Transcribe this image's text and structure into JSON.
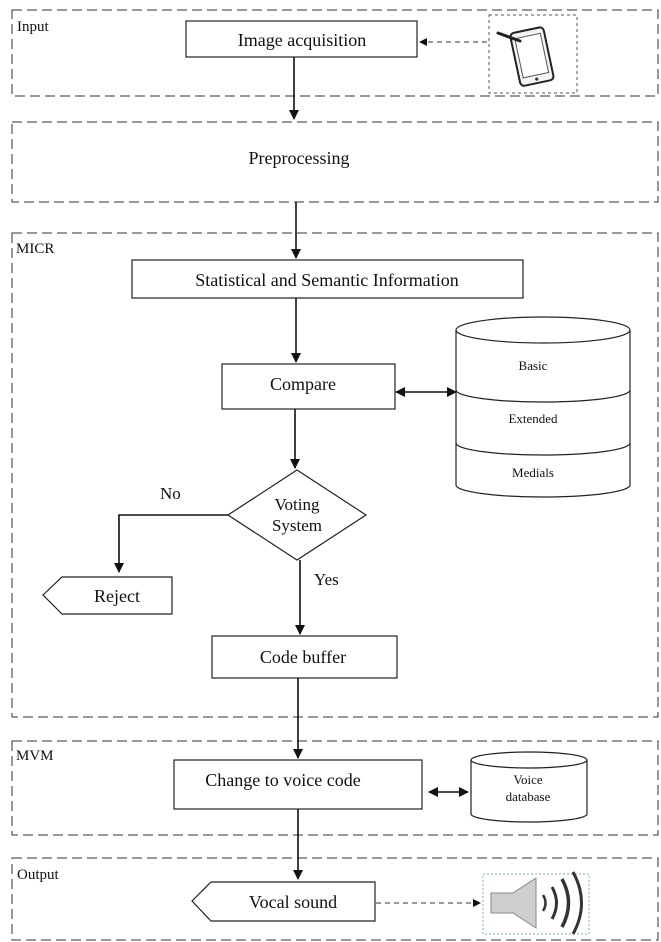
{
  "sections": {
    "input": "Input",
    "micr": "MICR",
    "mvm": "MVM",
    "output": "Output"
  },
  "nodes": {
    "image_acquisition": "Image acquisition",
    "preprocessing": "Preprocessing",
    "statistical_semantic": "Statistical and Semantic Information",
    "compare": "Compare",
    "voting_line1": "Voting",
    "voting_line2": "System",
    "reject": "Reject",
    "code_buffer": "Code buffer",
    "change_voice_code": "Change to voice code",
    "vocal_sound": "Vocal sound"
  },
  "database": {
    "basic": "Basic",
    "extended": "Extended",
    "medials": "Medials"
  },
  "voice_database": {
    "line1": "Voice",
    "line2": "database"
  },
  "edges": {
    "no": "No",
    "yes": "Yes"
  },
  "icons": {
    "input_device": "tablet-with-stylus-icon",
    "output_device": "speaker-sound-icon"
  }
}
